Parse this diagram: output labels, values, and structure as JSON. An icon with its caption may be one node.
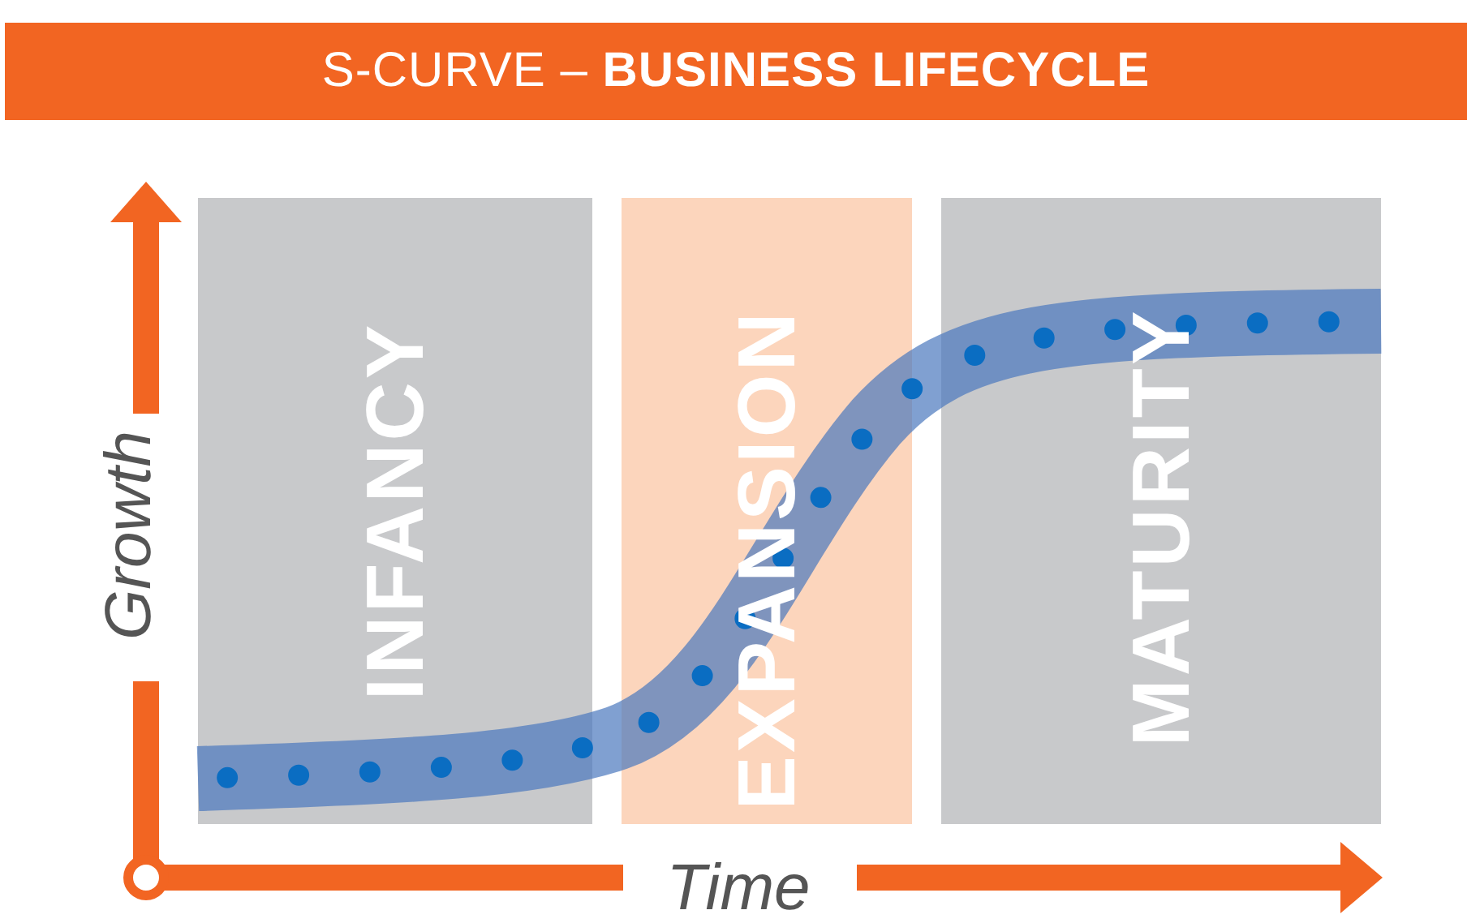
{
  "diagram": {
    "title": "S-CURVE – **BUSINESS LIFECYCLE**",
    "nodes": [
      {
        "text": [
          "INFANCY"
        ]
      },
      {
        "text": [
          "EXPANSION"
        ]
      },
      {
        "text": [
          "MATURITY"
        ]
      }
    ],
    "edges": [],
    "labels": [
      "Growth",
      "Time"
    ]
  }
}
